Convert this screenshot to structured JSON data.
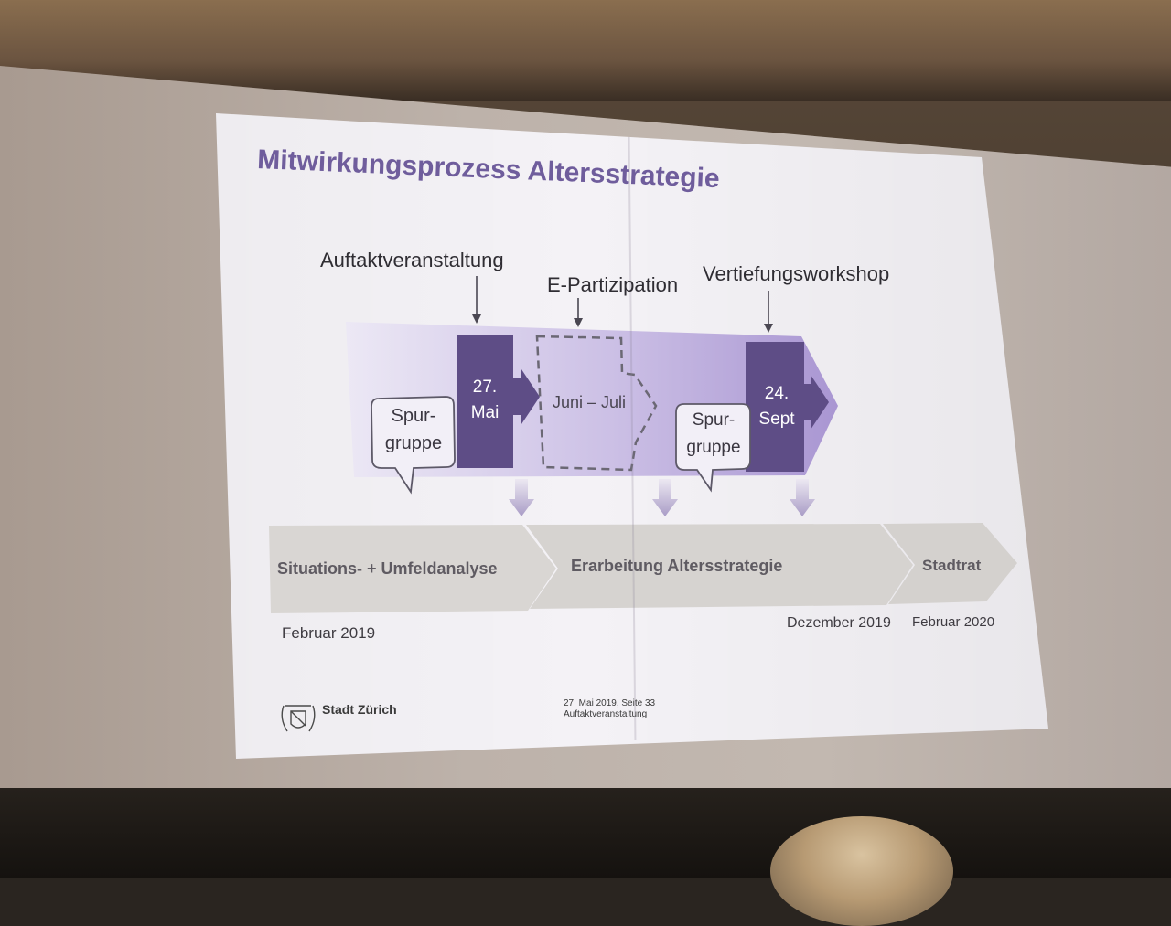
{
  "slide": {
    "title": "Mitwirkungsprozess Altersstrategie",
    "events": {
      "auftakt": "Auftaktveranstaltung",
      "epartizipation": "E-Partizipation",
      "vertiefung": "Vertiefungsworkshop"
    },
    "boxes": {
      "mai_day": "27.",
      "mai_month": "Mai",
      "juni_juli": "Juni – Juli",
      "sept_day": "24.",
      "sept_month": "Sept"
    },
    "bubbles": {
      "left_line1": "Spur-",
      "left_line2": "gruppe",
      "right_line1": "Spur-",
      "right_line2": "gruppe"
    },
    "phases": {
      "situationsanalyse": "Situations- + Umfeldanalyse",
      "erarbeitung": "Erarbeitung Altersstrategie",
      "stadtrat": "Stadtrat"
    },
    "dates": {
      "start": "Februar 2019",
      "dezember": "Dezember 2019",
      "ende": "Februar 2020"
    },
    "footer": {
      "brand": "Stadt Zürich",
      "page_info_line1": "27. Mai 2019, Seite 33",
      "page_info_line2": "Auftaktveranstaltung"
    },
    "colors": {
      "title": "#6f5d9c",
      "band": "#c9bde4",
      "box": "#5e4d86",
      "arrow": "#9b8dbf",
      "phase_bar": "#d9d6d3"
    },
    "icons": {
      "logo": "zurich-coat-of-arms-icon"
    }
  }
}
